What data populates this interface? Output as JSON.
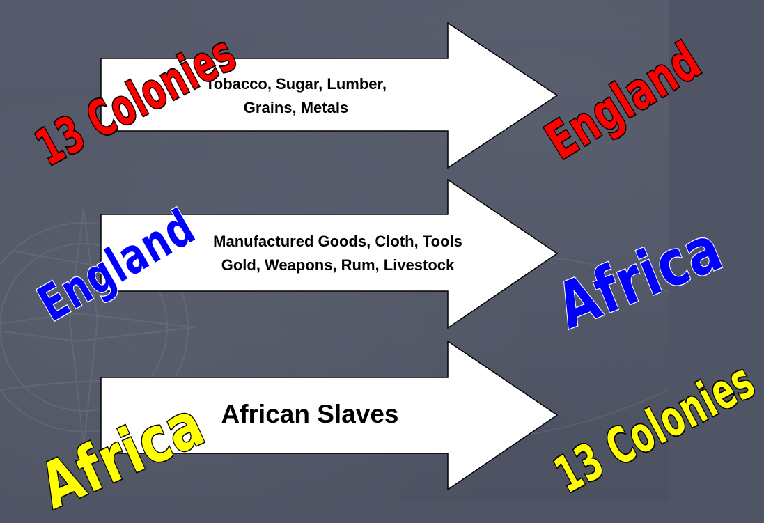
{
  "slide": {
    "background_color": "#505565",
    "arrow_fill": "#ffffff",
    "arrow_stroke": "#000000"
  },
  "routes": [
    {
      "origin": "13 Colonies",
      "destination": "England",
      "goods_line1": "Tobacco, Sugar, Lumber,",
      "goods_line2": "Grains, Metals",
      "origin_color": "#ff0000",
      "destination_color": "#ff0000"
    },
    {
      "origin": "England",
      "destination": "Africa",
      "goods_line1": "Manufactured Goods, Cloth, Tools",
      "goods_line2": "Gold, Weapons, Rum, Livestock",
      "origin_color": "#0000ff",
      "destination_color": "#0000ff"
    },
    {
      "origin": "Africa",
      "destination": "13 Colonies",
      "goods_line1": "African Slaves",
      "origin_color": "#ffff00",
      "destination_color": "#ffff00"
    }
  ]
}
